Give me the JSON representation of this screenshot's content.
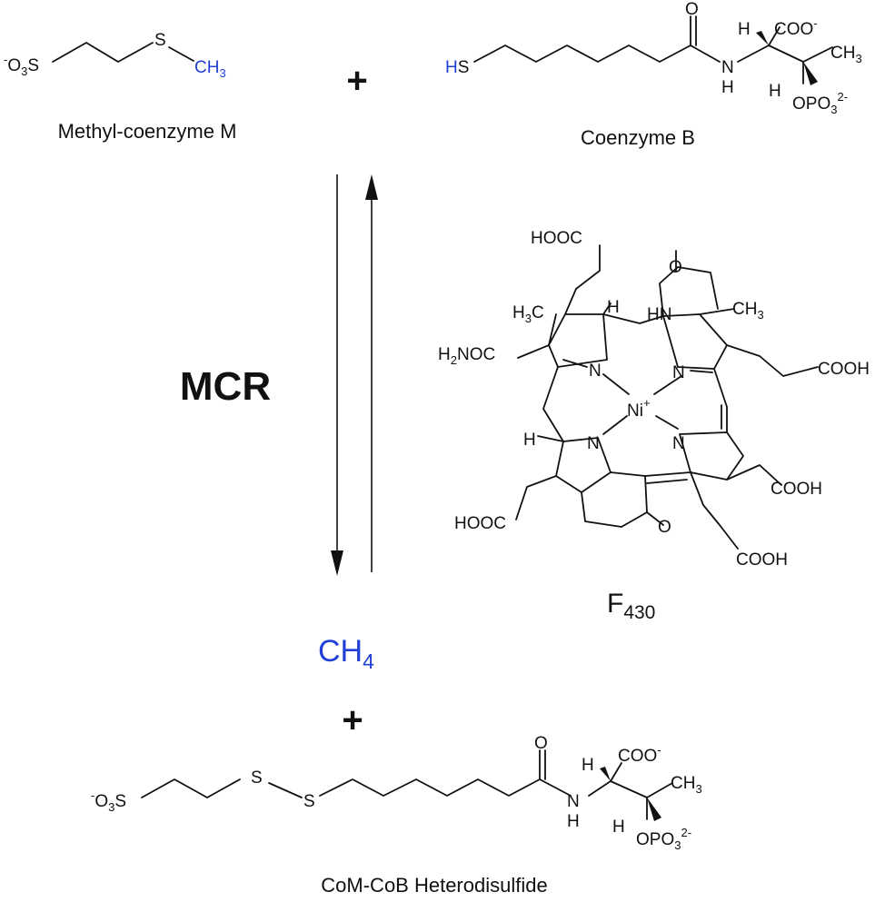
{
  "reactants": {
    "methyl_com": {
      "name": "Methyl-coenzyme M",
      "so3_charge": "-",
      "so3_o": "O",
      "so3_sub": "3",
      "so3_s": "S",
      "s_atom": "S",
      "methyl": "CH",
      "methyl_sub": "3"
    },
    "plus": "+",
    "cob": {
      "name": "Coenzyme B",
      "h": "H",
      "s": "S",
      "o": "O",
      "nh_n": "N",
      "nh_h": "H",
      "h_alpha": "H",
      "coo": "COO",
      "coo_charge": "-",
      "h_beta": "H",
      "ch3": "CH",
      "ch3_sub": "3",
      "opo3": "OPO",
      "opo3_sub": "3",
      "opo3_charge": "2-"
    }
  },
  "enzyme": "MCR",
  "cofactor": {
    "name_main": "F",
    "name_sub": "430",
    "ni": "Ni",
    "ni_charge": "+",
    "n_labels": [
      "N",
      "N",
      "N",
      "N"
    ],
    "hn": "HN",
    "o_lactam": "O",
    "o_ketone": "O",
    "ch3_left": "H",
    "ch3_left_sub": "3",
    "ch3_left_c": "C",
    "ch3_right": "CH",
    "ch3_right_sub": "3",
    "h_top": "H",
    "h_bottom": "H",
    "h2noc": "H",
    "h2noc_sub": "2",
    "h2noc_rest": "NOC",
    "hooc_top": "HOOC",
    "hooc_bottom_left": "HOOC",
    "cooh_right": "COOH",
    "cooh_right_low": "COOH",
    "cooh_bottom": "COOH"
  },
  "products": {
    "methane": "CH",
    "methane_sub": "4",
    "plus": "+",
    "heterodisulfide": {
      "name": "CoM-CoB Heterodisulfide",
      "so3_charge": "-",
      "so3_o": "O",
      "so3_sub": "3",
      "so3_s": "S",
      "s1": "S",
      "s2": "S",
      "o": "O",
      "nh_n": "N",
      "nh_h": "H",
      "h_alpha": "H",
      "coo": "COO",
      "coo_charge": "-",
      "h_beta": "H",
      "ch3": "CH",
      "ch3_sub": "3",
      "opo3": "OPO",
      "opo3_sub": "3",
      "opo3_charge": "2-"
    }
  },
  "colors": {
    "bonds": "#111111",
    "highlight": "#1f3fd6"
  }
}
